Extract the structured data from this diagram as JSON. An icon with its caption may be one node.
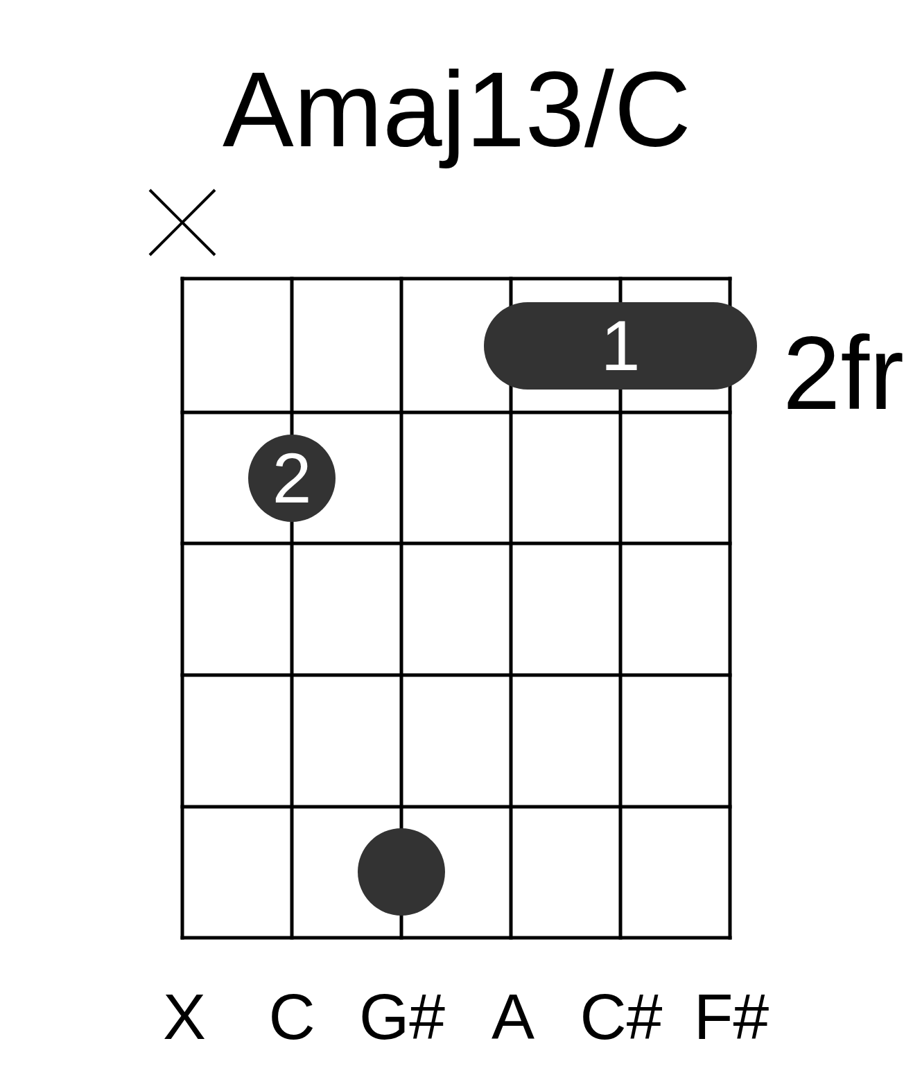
{
  "diagram": {
    "title": "Amaj13/C",
    "nodes": [
      {
        "text": [
          "1"
        ]
      },
      {
        "text": [
          "2"
        ]
      },
      {
        "text": [],
        "shape": "circle"
      }
    ],
    "labels": [
      "2fr",
      "X",
      "C",
      "G#",
      "A",
      "C#",
      "F#"
    ]
  }
}
